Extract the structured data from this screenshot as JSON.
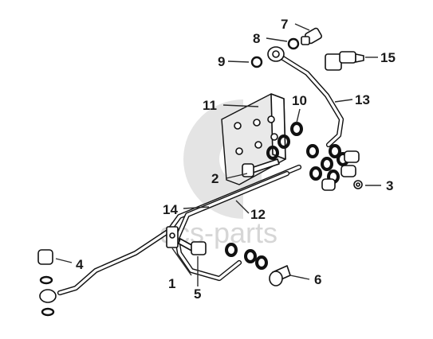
{
  "watermark": {
    "text": "dcs-parts"
  },
  "callouts": [
    {
      "number": "1"
    },
    {
      "number": "2"
    },
    {
      "number": "3"
    },
    {
      "number": "4"
    },
    {
      "number": "5"
    },
    {
      "number": "6"
    },
    {
      "number": "7"
    },
    {
      "number": "8"
    },
    {
      "number": "9"
    },
    {
      "number": "10"
    },
    {
      "number": "11"
    },
    {
      "number": "12"
    },
    {
      "number": "13"
    },
    {
      "number": "14"
    },
    {
      "number": "15"
    }
  ]
}
